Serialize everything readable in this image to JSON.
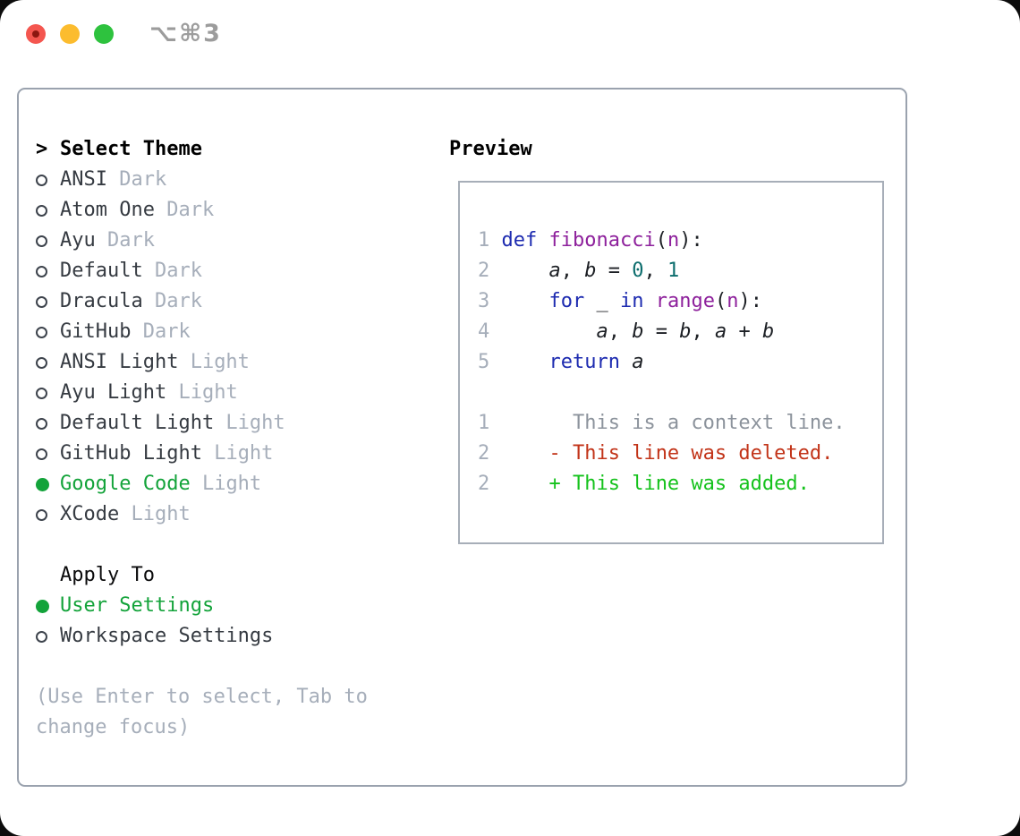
{
  "window": {
    "shortcut": "⌥⌘3",
    "traffic_lights": [
      "close",
      "minimize",
      "zoom"
    ]
  },
  "colors": {
    "accent_green": "#13a33a",
    "muted_gray": "#a6aeba",
    "list_text": "#363b42",
    "panel_border": "#9aa2ae",
    "keyword_blue": "#1d2bb0",
    "title_purple": "#8e219c",
    "number_teal": "#0c6d6d",
    "diff_red": "#c23419",
    "diff_green": "#15c21c",
    "traffic_red": "#f4564f",
    "traffic_yellow": "#fcbc2e",
    "traffic_green": "#2ec23e"
  },
  "theme_panel": {
    "title": "Select Theme",
    "cursor": ">",
    "themes": [
      {
        "name": "ANSI",
        "variant": "Dark",
        "selected": false
      },
      {
        "name": "Atom One",
        "variant": "Dark",
        "selected": false
      },
      {
        "name": "Ayu",
        "variant": "Dark",
        "selected": false
      },
      {
        "name": "Default",
        "variant": "Dark",
        "selected": false
      },
      {
        "name": "Dracula",
        "variant": "Dark",
        "selected": false
      },
      {
        "name": "GitHub",
        "variant": "Dark",
        "selected": false
      },
      {
        "name": "ANSI Light",
        "variant": "Light",
        "selected": false
      },
      {
        "name": "Ayu Light",
        "variant": "Light",
        "selected": false
      },
      {
        "name": "Default Light",
        "variant": "Light",
        "selected": false
      },
      {
        "name": "GitHub Light",
        "variant": "Light",
        "selected": false
      },
      {
        "name": "Google Code",
        "variant": "Light",
        "selected": true
      },
      {
        "name": "XCode",
        "variant": "Light",
        "selected": false
      }
    ],
    "apply_to": {
      "title": "Apply To",
      "options": [
        {
          "label": "User Settings",
          "selected": true
        },
        {
          "label": "Workspace Settings",
          "selected": false
        }
      ]
    },
    "hint": "(Use Enter to select, Tab to change focus)"
  },
  "preview": {
    "title": "Preview",
    "lines": [
      {
        "name": "code-line-1",
        "segs": [
          {
            "t": "1 ",
            "c": "ln"
          },
          {
            "t": "def",
            "c": "kw"
          },
          {
            "t": " ",
            "c": "pl"
          },
          {
            "t": "fibonacci",
            "c": "fn"
          },
          {
            "t": "(",
            "c": "pl"
          },
          {
            "t": "n",
            "c": "fn"
          },
          {
            "t": "):",
            "c": "pl"
          }
        ]
      },
      {
        "name": "code-line-2",
        "segs": [
          {
            "t": "2 ",
            "c": "ln"
          },
          {
            "t": "    ",
            "c": "pl"
          },
          {
            "t": "a",
            "c": "va"
          },
          {
            "t": ", ",
            "c": "pl"
          },
          {
            "t": "b",
            "c": "va"
          },
          {
            "t": " = ",
            "c": "pl"
          },
          {
            "t": "0",
            "c": "nu"
          },
          {
            "t": ", ",
            "c": "pl"
          },
          {
            "t": "1",
            "c": "nu"
          }
        ]
      },
      {
        "name": "code-line-3",
        "segs": [
          {
            "t": "3 ",
            "c": "ln"
          },
          {
            "t": "    ",
            "c": "pl"
          },
          {
            "t": "for",
            "c": "kw"
          },
          {
            "t": " _ ",
            "c": "pl"
          },
          {
            "t": "in",
            "c": "kw"
          },
          {
            "t": " ",
            "c": "pl"
          },
          {
            "t": "range",
            "c": "fn"
          },
          {
            "t": "(",
            "c": "pl"
          },
          {
            "t": "n",
            "c": "fn"
          },
          {
            "t": "):",
            "c": "pl"
          }
        ]
      },
      {
        "name": "code-line-4",
        "segs": [
          {
            "t": "4 ",
            "c": "ln"
          },
          {
            "t": "        ",
            "c": "pl"
          },
          {
            "t": "a",
            "c": "va"
          },
          {
            "t": ", ",
            "c": "pl"
          },
          {
            "t": "b",
            "c": "va"
          },
          {
            "t": " = ",
            "c": "pl"
          },
          {
            "t": "b",
            "c": "va"
          },
          {
            "t": ", ",
            "c": "pl"
          },
          {
            "t": "a",
            "c": "va"
          },
          {
            "t": " + ",
            "c": "pl"
          },
          {
            "t": "b",
            "c": "va"
          }
        ]
      },
      {
        "name": "code-line-5",
        "segs": [
          {
            "t": "5 ",
            "c": "ln"
          },
          {
            "t": "    ",
            "c": "pl"
          },
          {
            "t": "return",
            "c": "kw"
          },
          {
            "t": " ",
            "c": "pl"
          },
          {
            "t": "a",
            "c": "va"
          }
        ]
      },
      {
        "name": "blank-line",
        "segs": []
      },
      {
        "name": "diff-context-line",
        "segs": [
          {
            "t": "1",
            "c": "ln"
          },
          {
            "t": "       ",
            "c": "pl"
          },
          {
            "t": "This is a context line.",
            "c": "ctx"
          }
        ]
      },
      {
        "name": "diff-deleted-line",
        "segs": [
          {
            "t": "2",
            "c": "ln"
          },
          {
            "t": "     ",
            "c": "pl"
          },
          {
            "t": "- This line was deleted.",
            "c": "del"
          }
        ]
      },
      {
        "name": "diff-added-line",
        "segs": [
          {
            "t": "2",
            "c": "ln"
          },
          {
            "t": "     ",
            "c": "pl"
          },
          {
            "t": "+ This line was added.",
            "c": "add"
          }
        ]
      }
    ]
  }
}
